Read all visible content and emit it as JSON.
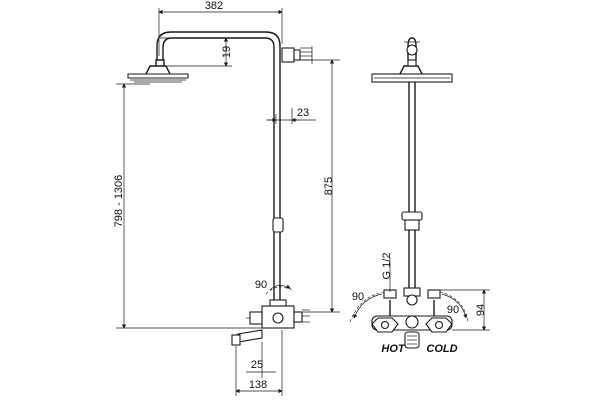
{
  "dimensions": {
    "arm_length": "382",
    "head_drop": "19",
    "wall_offset": "23",
    "riser_height": "875",
    "adjustable_range": "798 - 1306",
    "valve_rotation_side": "90",
    "spout_offset": "25",
    "spout_reach": "138",
    "inlet_thread": "G 1/2",
    "rotation_left": "90",
    "rotation_right": "90",
    "mixer_height": "94"
  },
  "labels": {
    "hot": "HOT",
    "cold": "COLD"
  }
}
